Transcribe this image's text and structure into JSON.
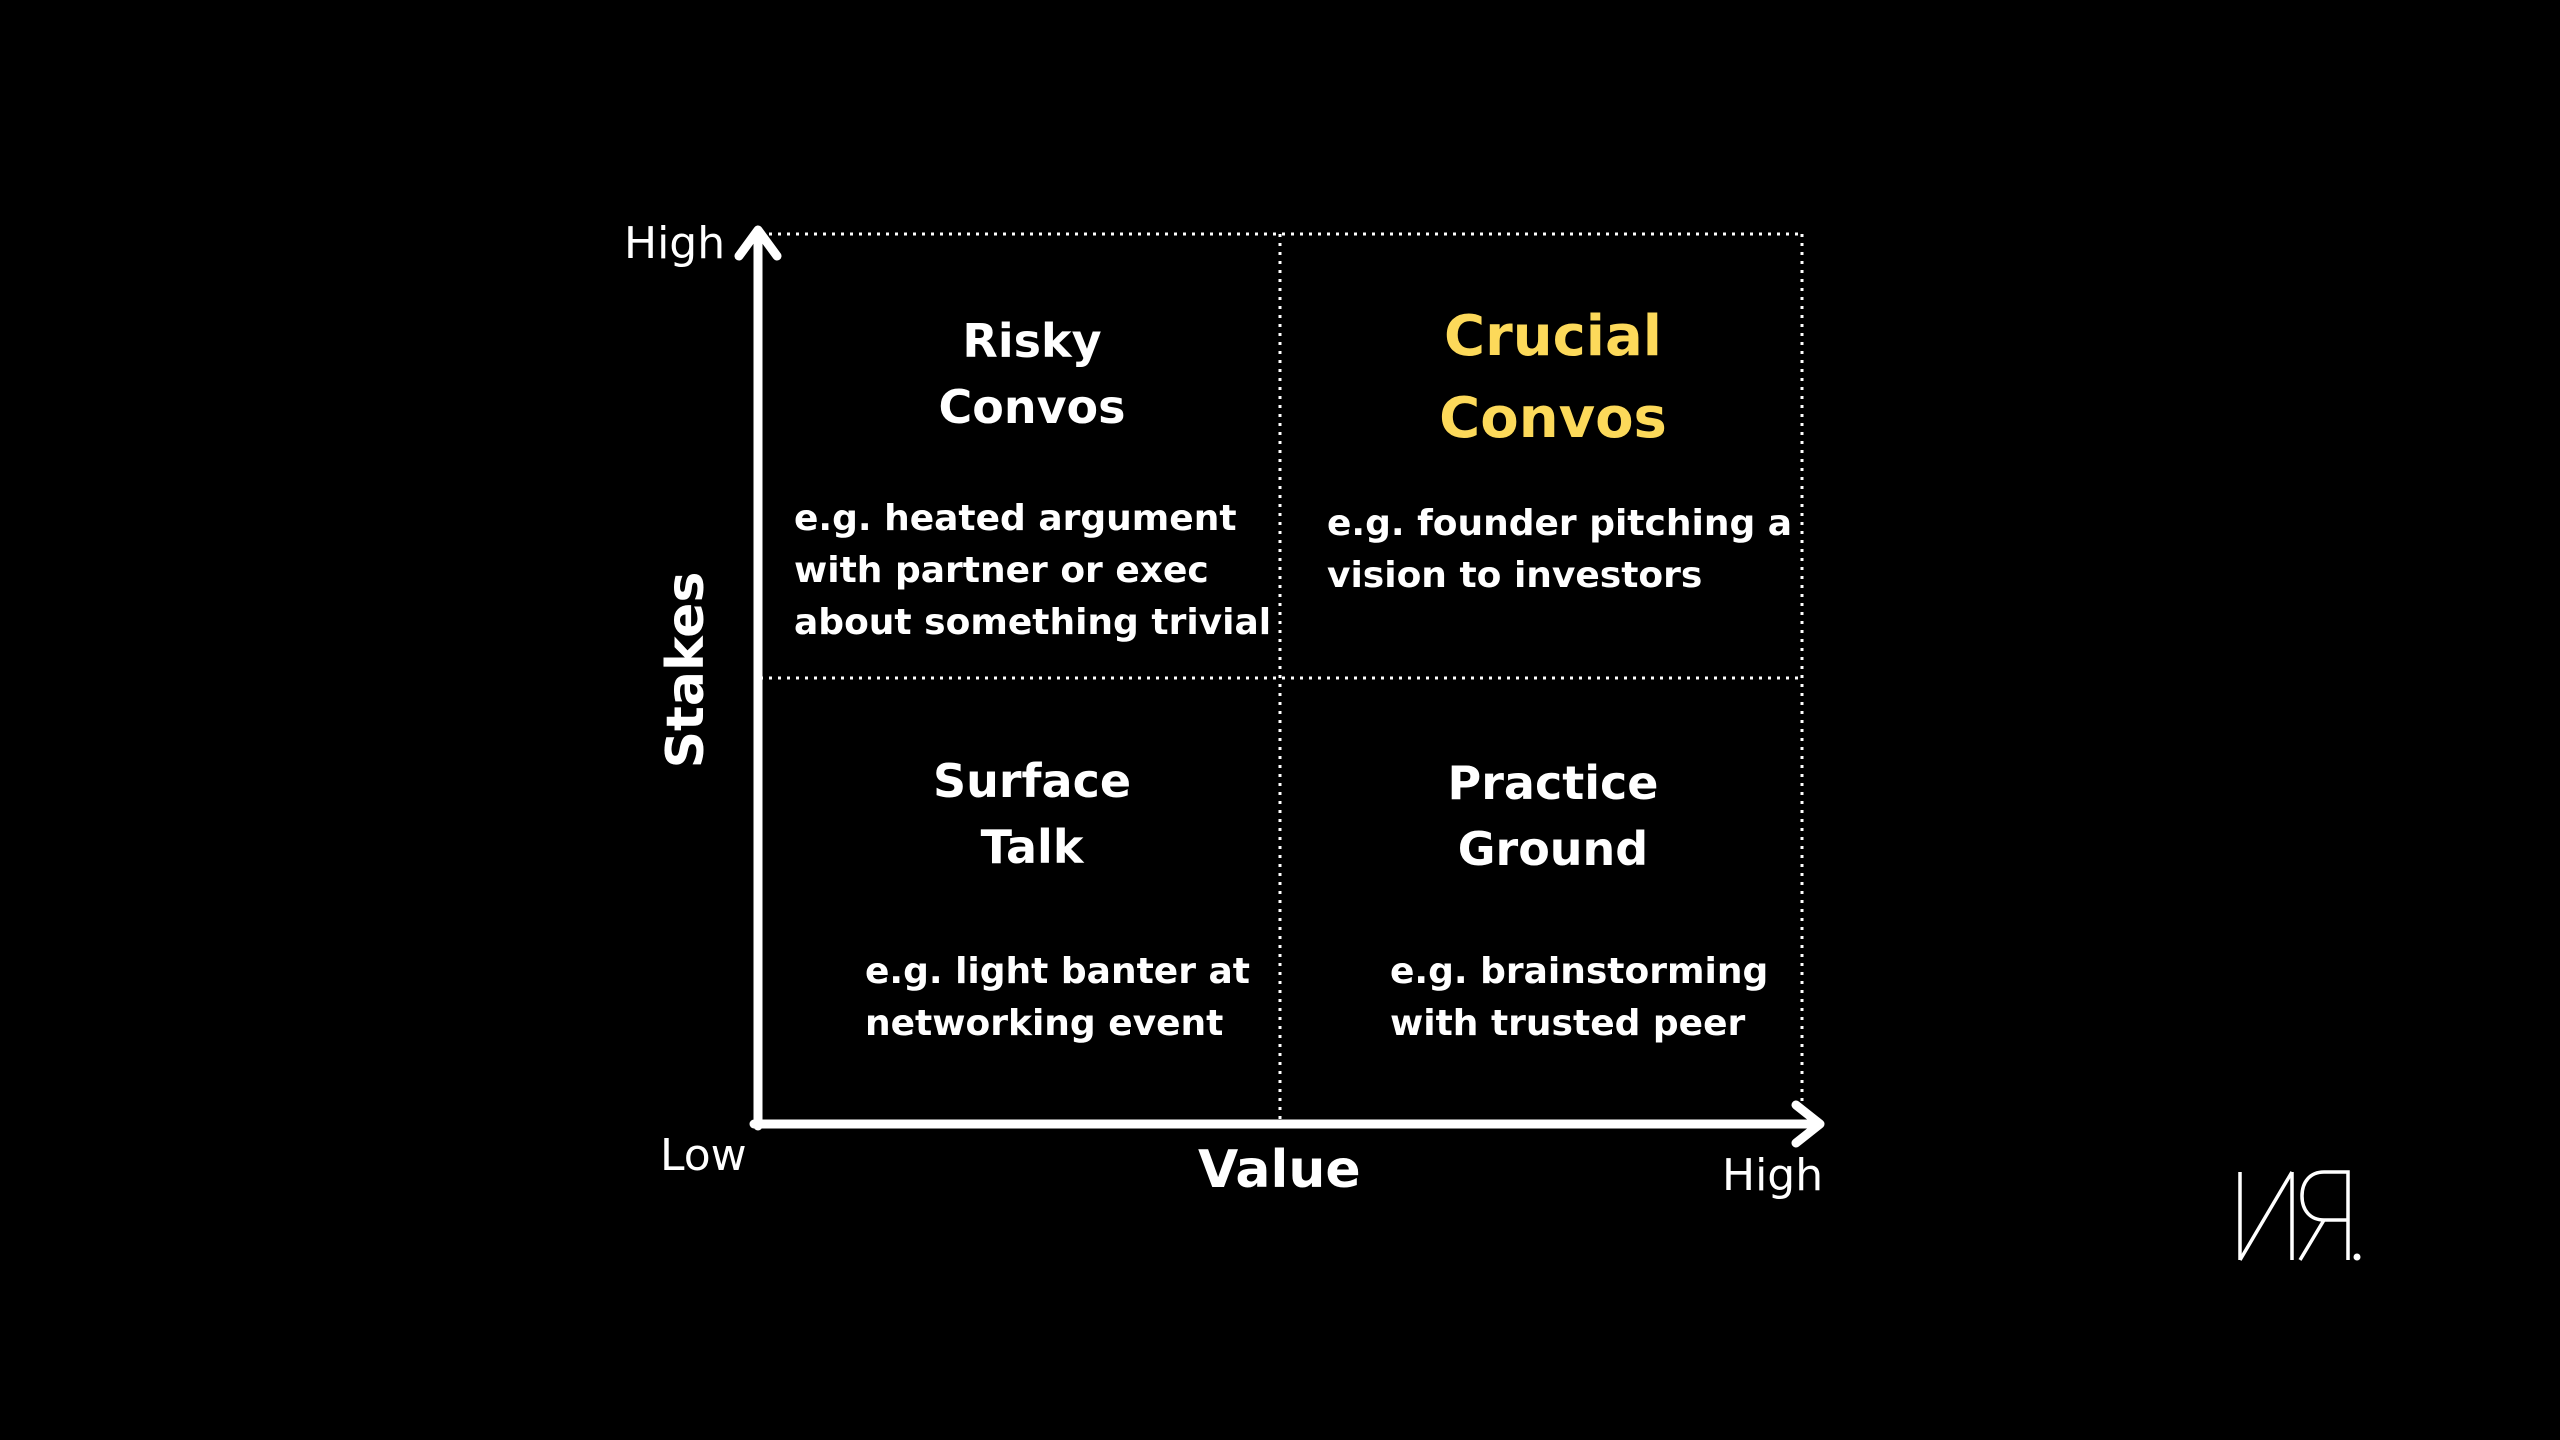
{
  "colors": {
    "background": "#000000",
    "foreground": "#ffffff",
    "accent": "#fcd95a"
  },
  "axes": {
    "y_title": "Stakes",
    "x_title": "Value",
    "y_high": "High",
    "origin_low": "Low",
    "x_high": "High"
  },
  "quadrants": [
    {
      "id": "top-left",
      "title": "Risky\nConvos",
      "example": "e.g. heated argument\nwith partner or exec\nabout something trivial",
      "highlight": false
    },
    {
      "id": "top-right",
      "title": "Crucial\nConvos",
      "example": "e.g. founder pitching a\nvision to investors",
      "highlight": true
    },
    {
      "id": "bottom-left",
      "title": "Surface\nTalk",
      "example": "e.g. light banter at\nnetworking event",
      "highlight": false
    },
    {
      "id": "bottom-right",
      "title": "Practice\nGround",
      "example": "e.g. brainstorming\nwith trusted peer",
      "highlight": false
    }
  ],
  "logo": {
    "icon": "brand-monogram-icon"
  }
}
